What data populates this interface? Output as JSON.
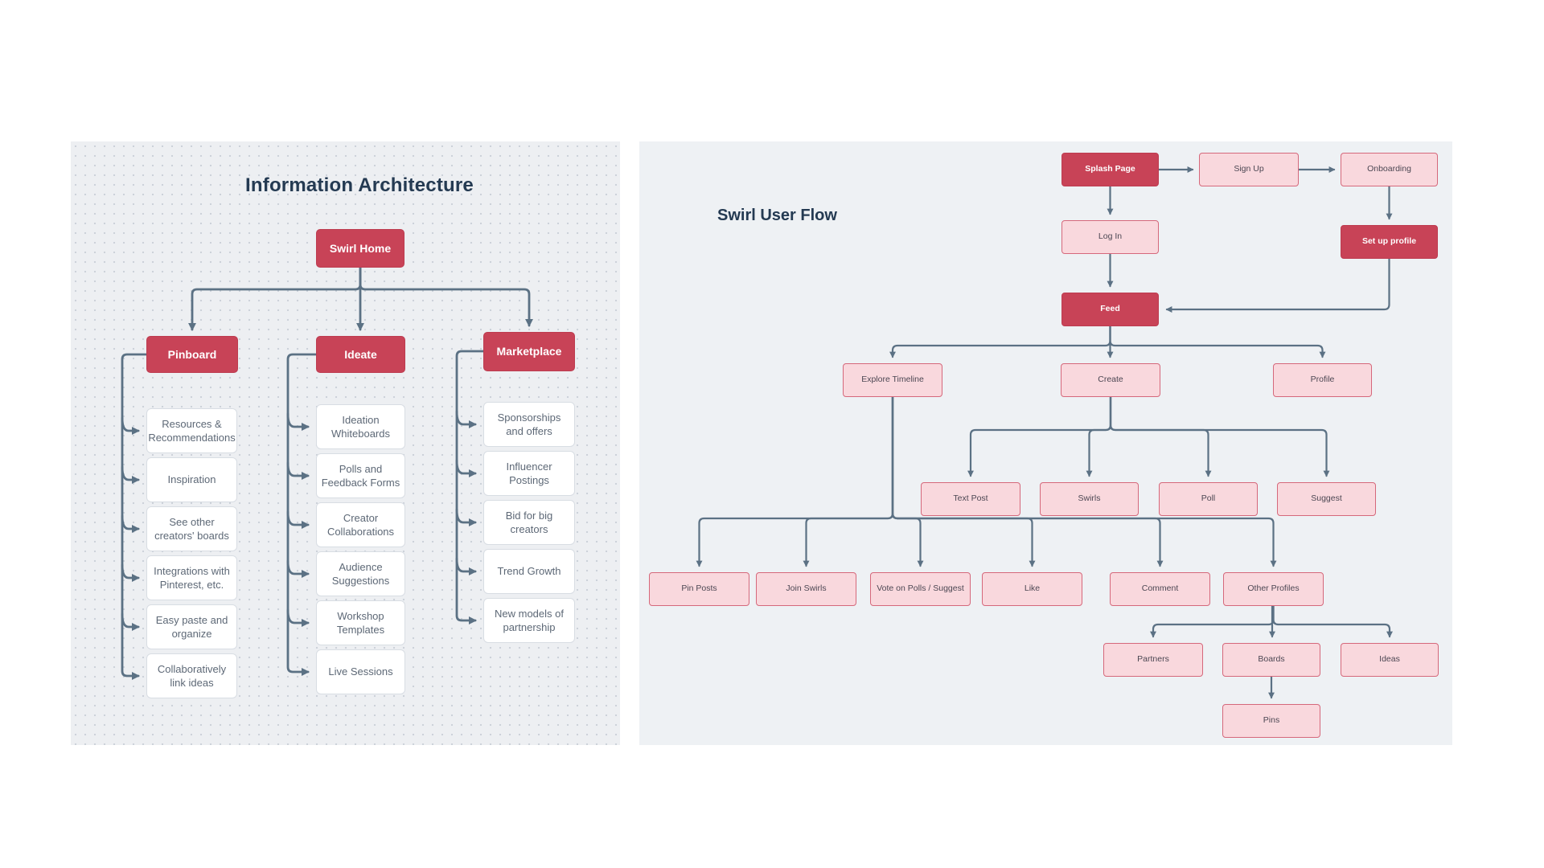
{
  "colors": {
    "accent_red": "#c84357",
    "pink_fill": "#f9d8dd",
    "pink_border": "#d5687b",
    "white_node_border": "#d8dde3",
    "connector": "#5b7184",
    "title_text": "#243a52",
    "left_canvas": "#edeff2",
    "right_canvas": "#eef1f4"
  },
  "left_panel": {
    "title": "Information Architecture",
    "root": "Swirl Home",
    "columns": [
      {
        "parent": "Pinboard",
        "children": [
          "Resources & Recommendations",
          "Inspiration",
          "See other creators' boards",
          "Integrations with Pinterest, etc.",
          "Easy paste and organize",
          "Collaboratively link ideas"
        ]
      },
      {
        "parent": "Ideate",
        "children": [
          "Ideation Whiteboards",
          "Polls and Feedback Forms",
          "Creator Collaborations",
          "Audience Suggestions",
          "Workshop Templates",
          "Live Sessions"
        ]
      },
      {
        "parent": "Marketplace",
        "children": [
          "Sponsorships and offers",
          "Influencer Postings",
          "Bid for big creators",
          "Trend Growth",
          "New models of partnership"
        ]
      }
    ]
  },
  "right_panel": {
    "title": "Swirl User Flow",
    "nodes": {
      "splash_page": "Splash Page",
      "sign_up": "Sign Up",
      "onboarding": "Onboarding",
      "log_in": "Log In",
      "set_up_profile": "Set up profile",
      "feed": "Feed",
      "explore_timeline": "Explore Timeline",
      "create": "Create",
      "profile": "Profile",
      "text_post": "Text Post",
      "swirls": "Swirls",
      "poll": "Poll",
      "suggest": "Suggest",
      "pin_posts": "Pin Posts",
      "join_swirls": "Join Swirls",
      "vote_on_polls": "Vote on Polls / Suggest",
      "like": "Like",
      "comment": "Comment",
      "other_profiles": "Other Profiles",
      "partners": "Partners",
      "boards": "Boards",
      "ideas": "Ideas",
      "pins": "Pins"
    }
  }
}
